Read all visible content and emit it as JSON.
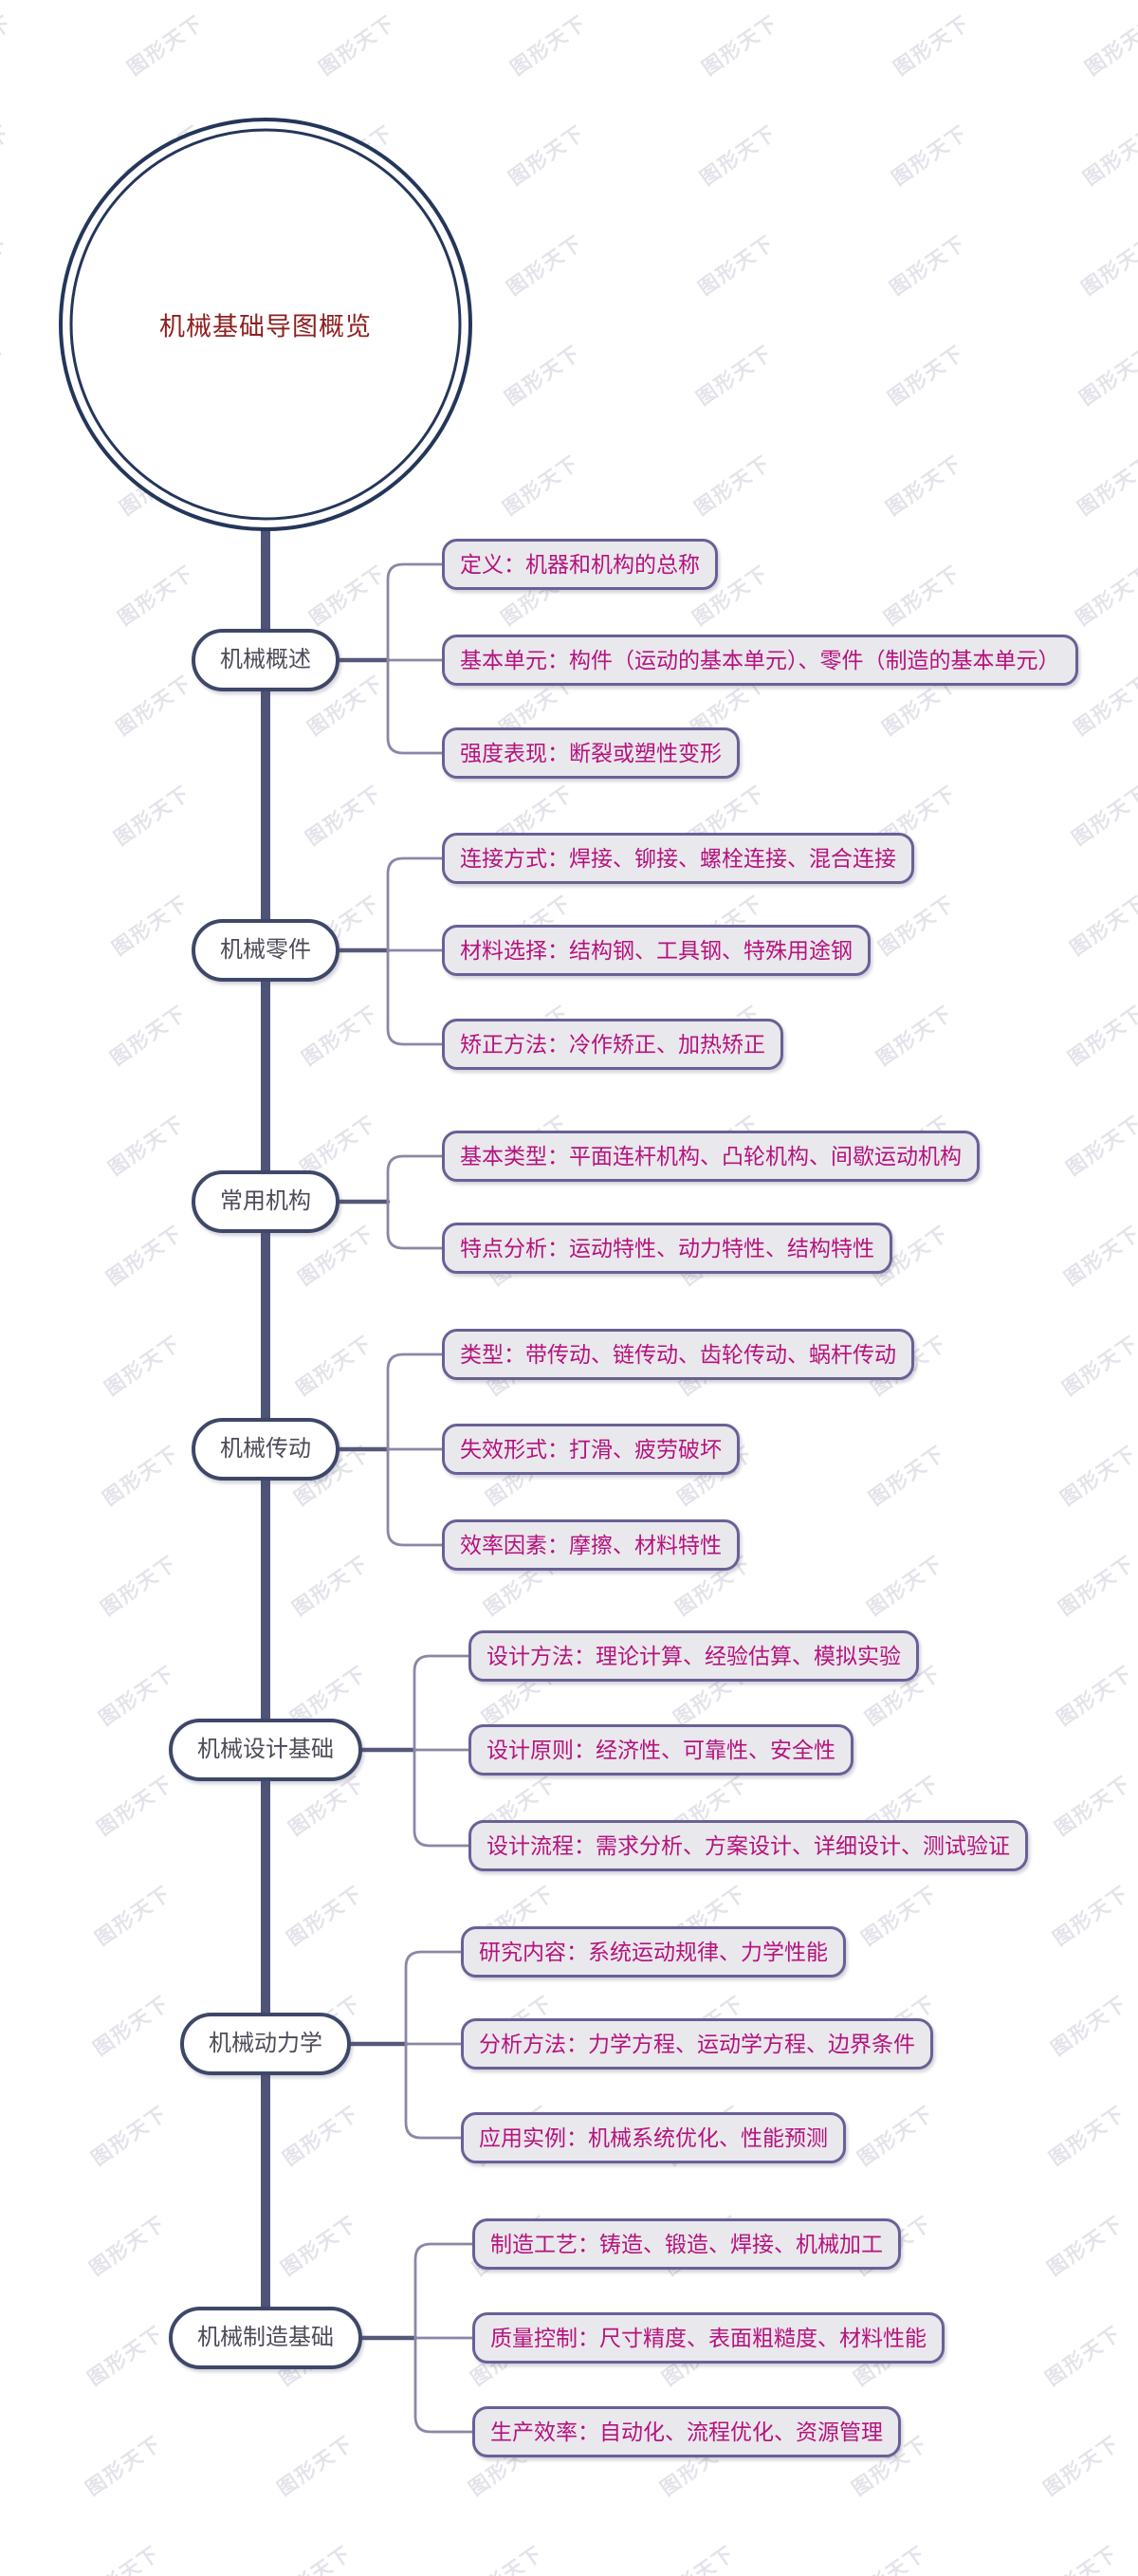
{
  "root": {
    "label": "机械基础导图概览"
  },
  "watermark": {
    "text": "图形天下"
  },
  "branches": [
    {
      "label": "机械概述",
      "children": [
        "定义：机器和机构的总称",
        "基本单元：构件（运动的基本单元）、零件（制造的基本单元）",
        "强度表现：断裂或塑性变形"
      ]
    },
    {
      "label": "机械零件",
      "children": [
        "连接方式：焊接、铆接、螺栓连接、混合连接",
        "材料选择：结构钢、工具钢、特殊用途钢",
        "矫正方法：冷作矫正、加热矫正"
      ]
    },
    {
      "label": "常用机构",
      "children": [
        "基本类型：平面连杆机构、凸轮机构、间歇运动机构",
        "特点分析：运动特性、动力特性、结构特性"
      ]
    },
    {
      "label": "机械传动",
      "children": [
        "类型：带传动、链传动、齿轮传动、蜗杆传动",
        "失效形式：打滑、疲劳破坏",
        "效率因素：摩擦、材料特性"
      ]
    },
    {
      "label": "机械设计基础",
      "children": [
        "设计方法：理论计算、经验估算、模拟实验",
        "设计原则：经济性、可靠性、安全性",
        "设计流程：需求分析、方案设计、详细设计、测试验证"
      ]
    },
    {
      "label": "机械动力学",
      "children": [
        "研究内容：系统运动规律、力学性能",
        "分析方法：力学方程、运动学方程、边界条件",
        "应用实例：机械系统优化、性能预测"
      ]
    },
    {
      "label": "机械制造基础",
      "children": [
        "制造工艺：铸造、锻造、焊接、机械加工",
        "质量控制：尺寸精度、表面粗糙度、材料性能",
        "生产效率：自动化、流程优化、资源管理"
      ]
    }
  ],
  "colors": {
    "title_text": "#8e2020",
    "circle_border": "#24365a",
    "trunk": "#4e5377",
    "branch_border": "#3f4769",
    "branch_text": "#4c4c5a",
    "child_border": "#6a6096",
    "child_fill": "#e9e8ec",
    "child_text": "#b5137e",
    "connector_stub": "#555878",
    "connector_thin": "#8a87a6",
    "watermark": "#e3e3ea"
  }
}
